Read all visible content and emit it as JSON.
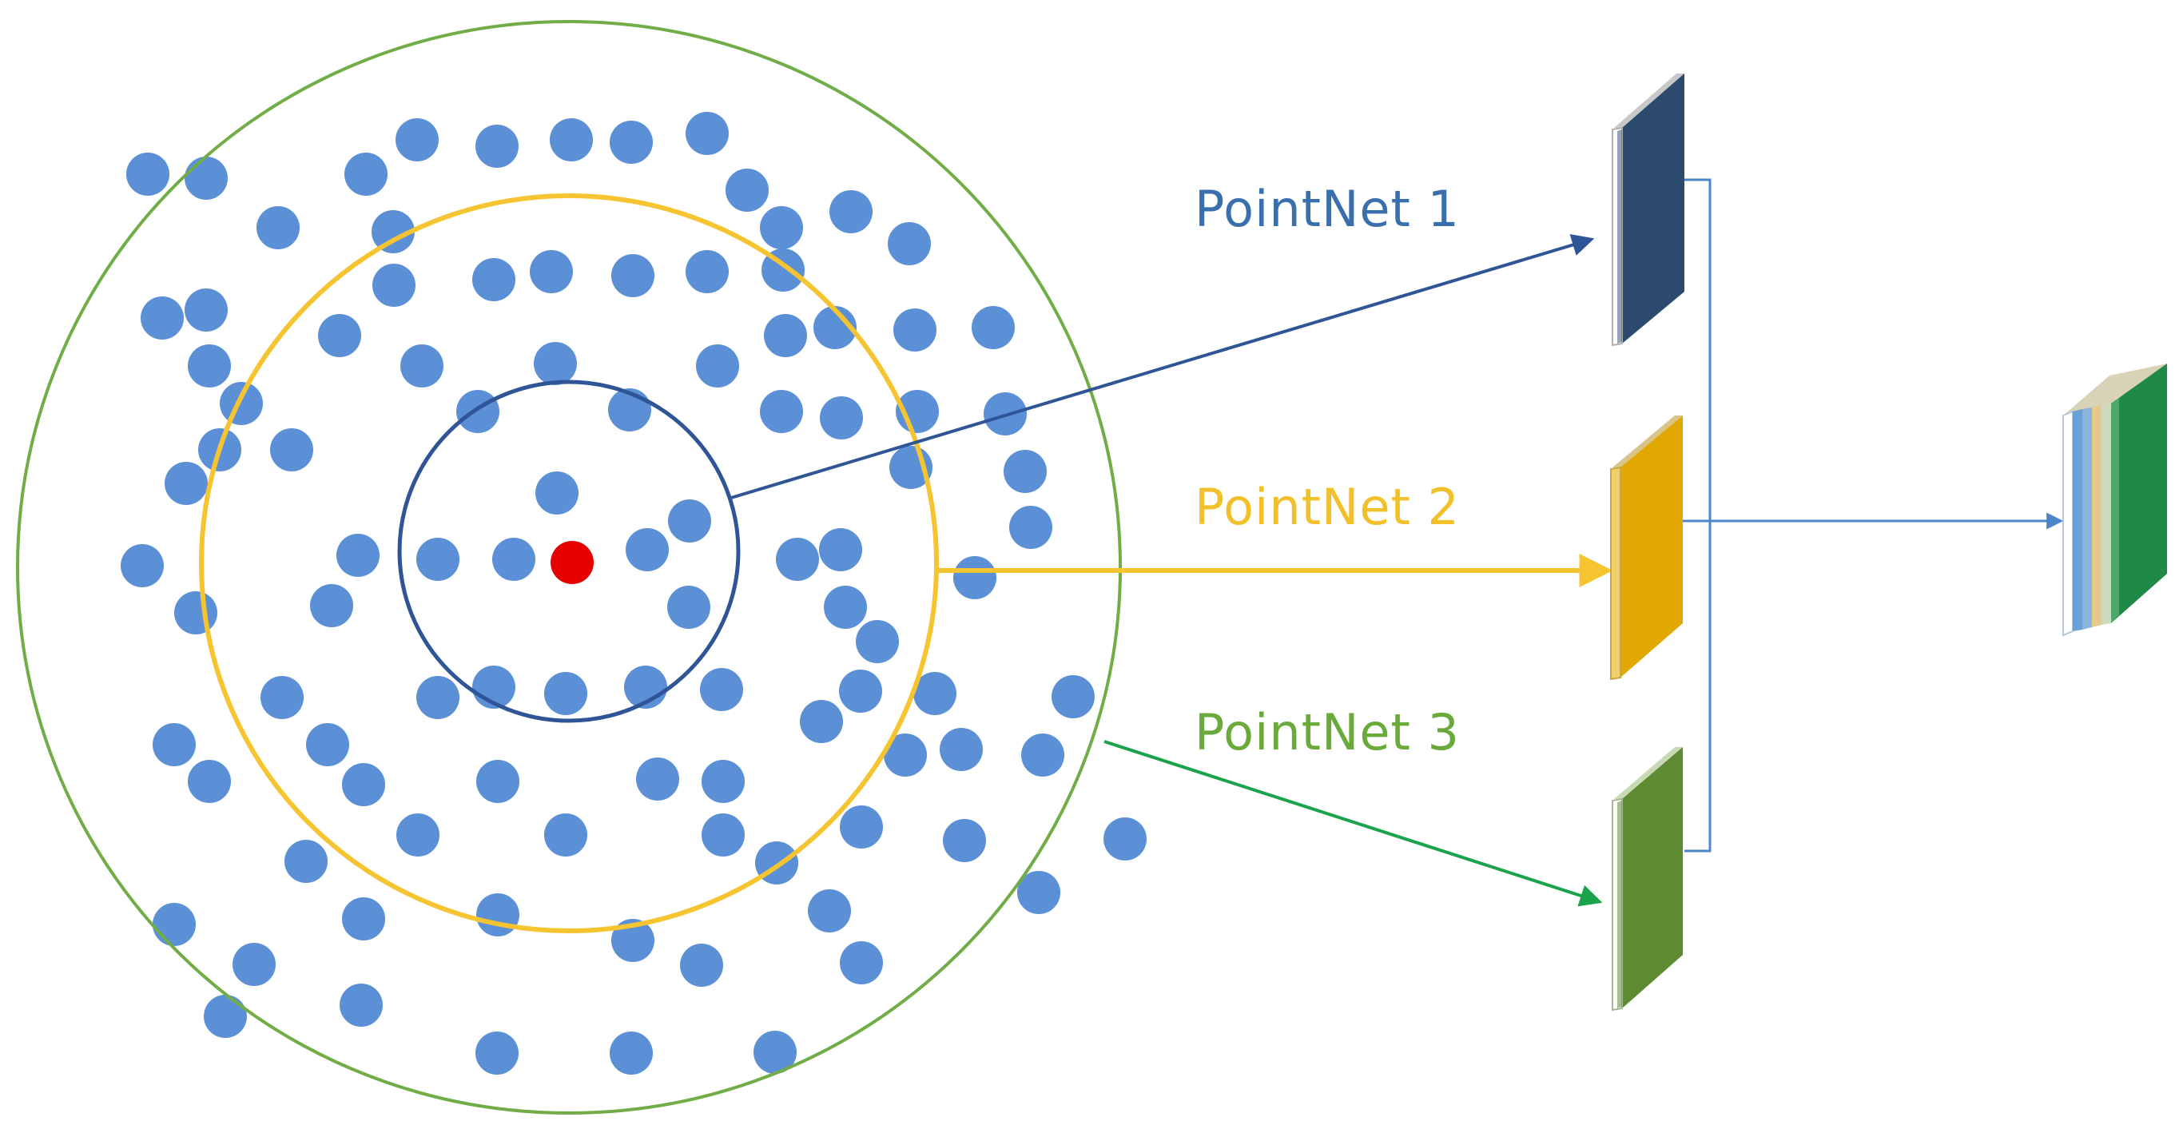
{
  "labels": {
    "pointnet1": "PointNet 1",
    "pointnet2": "PointNet 2",
    "pointnet3": "PointNet 3"
  },
  "colors": {
    "background": "#ffffff",
    "point": "#5b8fd6",
    "center_point": "#e60000",
    "scale1": "#2f5597",
    "scale2": "#f7c431",
    "scale3": "#70ad47",
    "arrow1": "#2f5597",
    "arrow2": "#f7c431",
    "arrow3": "#1aa34a",
    "label1": "#3a6fae",
    "label2": "#f2c02a",
    "label3": "#6aaa3a",
    "feature1": "#2c4a6e",
    "feature2": "#e0a800",
    "feature3": "#5e8a32",
    "connector": "#4a86c8",
    "concat_blue": "#6aa0d8",
    "concat_tan": "#e8c98a",
    "concat_green": "#1f8a47"
  },
  "icons": {
    "input_points": "dot-cluster",
    "center_point": "red-dot",
    "features": "thin-slab-3d",
    "concatenated_feature": "stacked-slabs-3d"
  }
}
